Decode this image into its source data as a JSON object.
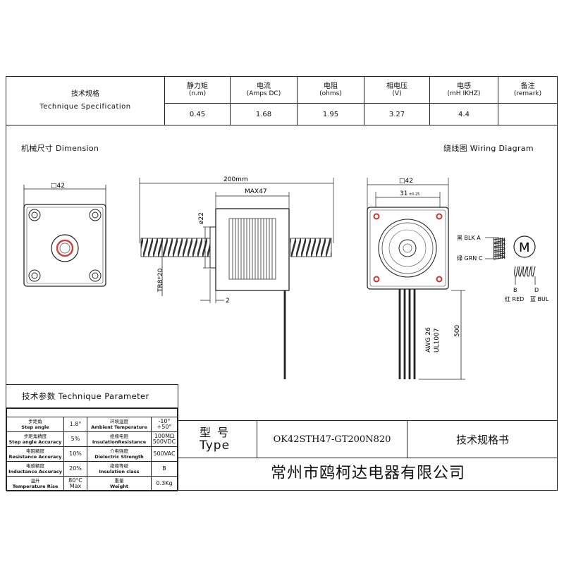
{
  "spec_header": {
    "title_zh": "技术规格",
    "title_en": "Technique Specification",
    "columns": [
      {
        "zh": "静力矩",
        "unit": "(n.m)",
        "value": "0.45"
      },
      {
        "zh": "电流",
        "unit": "(Amps DC)",
        "value": "1.68"
      },
      {
        "zh": "电阻",
        "unit": "(ohms)",
        "value": "1.95"
      },
      {
        "zh": "相电压",
        "unit": "(V)",
        "value": "3.27"
      },
      {
        "zh": "电感",
        "unit": "(mH   IKHZ)",
        "value": "4.4"
      },
      {
        "zh": "备注",
        "unit": "(remark)",
        "value": ""
      }
    ]
  },
  "dimension_label": "机械尺寸 Dimension",
  "wiring_label": "绕线图 Wiring Diagram",
  "dims": {
    "front_square": "□42",
    "length_200": "200mm",
    "max47": "MAX47",
    "phi22": "ø22",
    "tr8": "TR8*20",
    "two": "2",
    "back_square": "□42",
    "hole_31": "31",
    "hole_tol": "±0.25",
    "awg": "AWG 26",
    "ul": "UL1007",
    "lead_500": "500"
  },
  "wiring": {
    "blk": "黑 BLK A",
    "grn": "绿 GRN C",
    "b": "B",
    "d": "D",
    "red": "红 RED",
    "bul": "蓝 BUL",
    "motor": "M"
  },
  "param_table": {
    "title": "技术参数 Technique Parameter",
    "rows": [
      {
        "l_zh": "步距角",
        "l_en": "Step angle",
        "l_val": "1.8°",
        "r_zh": "环境温度",
        "r_en": "Ambient Temperature",
        "r_val": "-10°\n+50°"
      },
      {
        "l_zh": "步距角精度",
        "l_en": "Step angle Accuracy",
        "l_val": "5%",
        "r_zh": "绝缘电阻",
        "r_en": "InsulationResistance",
        "r_val": "100MΩ\n500VDC"
      },
      {
        "l_zh": "电阻精度",
        "l_en": "Resistance Accuracy",
        "l_val": "10%",
        "r_zh": "介电强度",
        "r_en": "Dielectric Strength",
        "r_val": "500VAC"
      },
      {
        "l_zh": "电感精度",
        "l_en": "Inductance Accuracy",
        "l_val": "20%",
        "r_zh": "绝缘等级",
        "r_en": "Insulation class",
        "r_val": "B"
      },
      {
        "l_zh": "温升",
        "l_en": "Temperature Rise",
        "l_val": "80°C\nMax",
        "r_zh": "重量",
        "r_en": "Weight",
        "r_val": "0.3Kg"
      }
    ]
  },
  "title_block": {
    "type_zh": "型  号",
    "type_en": "Type",
    "model": "OK42STH47-GT200N820",
    "doc_name": "技术规格书",
    "company": "常州市鸥柯达电器有限公司"
  }
}
